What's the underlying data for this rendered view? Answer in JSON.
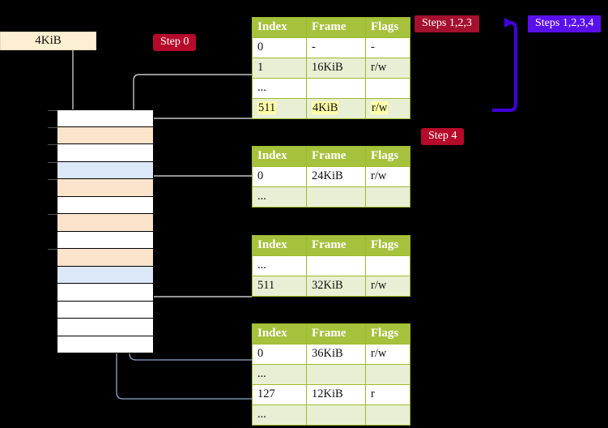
{
  "diagram": {
    "title_labels": {
      "step0": "Step 0",
      "step4": "Step 4",
      "steps123": "Steps 1,2,3",
      "steps1234": "Steps 1,2,3,4"
    },
    "size_box": {
      "label": "4KiB"
    },
    "colors": {
      "header_green": "#A6C13C",
      "row_alt_green": "#E9EFD4",
      "highlight_yellow": "#FFFFA8",
      "badge_crimson": "#B50A2A",
      "badge_darkred": "#A4102E",
      "badge_violet": "#5A10EE",
      "mem_orange": "#FCE3CC",
      "mem_blue": "#DCE8F7",
      "size_box_cream": "#FCEFD2",
      "wire_gray": "#BFBFBF",
      "wire_blue": "#8FA9CE",
      "arrow_blue": "#4472A8",
      "background": "#000000"
    },
    "columns": [
      "Index",
      "Frame",
      "Flags"
    ],
    "tables": [
      {
        "name": "pml4-table",
        "rows": [
          {
            "cells": [
              "0",
              "-",
              "-"
            ],
            "alt": false,
            "highlight": false
          },
          {
            "cells": [
              "1",
              "16KiB",
              "r/w"
            ],
            "alt": true,
            "highlight": false
          },
          {
            "cells": [
              "...",
              "",
              ""
            ],
            "alt": false,
            "highlight": false
          },
          {
            "cells": [
              "511",
              "4KiB",
              "r/w"
            ],
            "alt": true,
            "highlight": true
          }
        ]
      },
      {
        "name": "pdpt-table",
        "rows": [
          {
            "cells": [
              "0",
              "24KiB",
              "r/w"
            ],
            "alt": false,
            "highlight": false
          },
          {
            "cells": [
              "...",
              "",
              ""
            ],
            "alt": true,
            "highlight": false
          }
        ]
      },
      {
        "name": "pd-table",
        "rows": [
          {
            "cells": [
              "...",
              "",
              ""
            ],
            "alt": false,
            "highlight": false
          },
          {
            "cells": [
              "511",
              "32KiB",
              "r/w"
            ],
            "alt": true,
            "highlight": false
          }
        ]
      },
      {
        "name": "pt-table",
        "rows": [
          {
            "cells": [
              "0",
              "36KiB",
              "r/w"
            ],
            "alt": false,
            "highlight": false
          },
          {
            "cells": [
              "...",
              "",
              ""
            ],
            "alt": true,
            "highlight": false
          },
          {
            "cells": [
              "127",
              "12KiB",
              "r"
            ],
            "alt": false,
            "highlight": false
          },
          {
            "cells": [
              "...",
              "",
              ""
            ],
            "alt": true,
            "highlight": false
          }
        ]
      }
    ],
    "memory_column": {
      "name": "physical-memory-frames",
      "rows": [
        {
          "fill": "white"
        },
        {
          "fill": "orange"
        },
        {
          "fill": "white"
        },
        {
          "fill": "blue"
        },
        {
          "fill": "orange"
        },
        {
          "fill": "white"
        },
        {
          "fill": "orange"
        },
        {
          "fill": "white"
        },
        {
          "fill": "orange"
        },
        {
          "fill": "blue"
        },
        {
          "fill": "white"
        },
        {
          "fill": "white"
        },
        {
          "fill": "white"
        },
        {
          "fill": "white"
        }
      ],
      "tick_rows": [
        0,
        1,
        2,
        3,
        4,
        6,
        8
      ]
    }
  }
}
